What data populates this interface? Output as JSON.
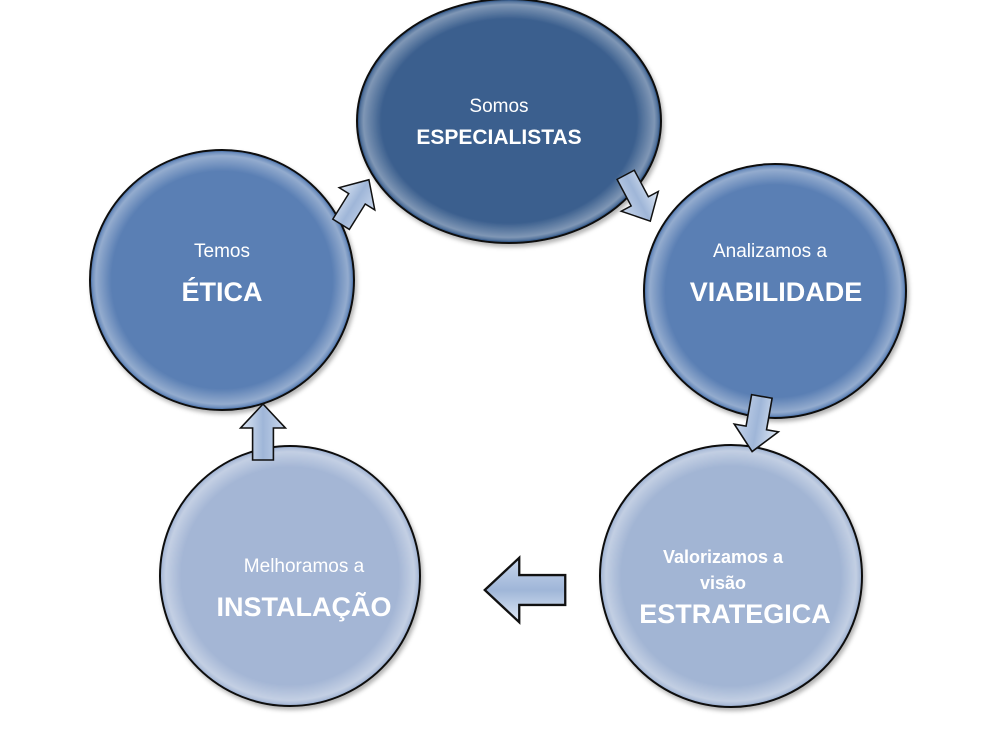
{
  "diagram": {
    "type": "cycle",
    "nodes": [
      {
        "line1": "Somos",
        "line2": "ESPECIALISTAS",
        "color": "#3b5f8e"
      },
      {
        "line1": "Analizamos a",
        "line2": "VIABILIDADE",
        "color": "#5a7fb4"
      },
      {
        "line1": "Valorizamos a",
        "line1b": "visão",
        "line2": "ESTRATEGICA",
        "color": "#a2b5d4"
      },
      {
        "line1": "Melhoramos a",
        "line2": "INSTALAÇÃO",
        "color": "#a4b6d5"
      },
      {
        "line1": "Temos",
        "line2": "ÉTICA",
        "color": "#5a7fb4"
      }
    ]
  }
}
